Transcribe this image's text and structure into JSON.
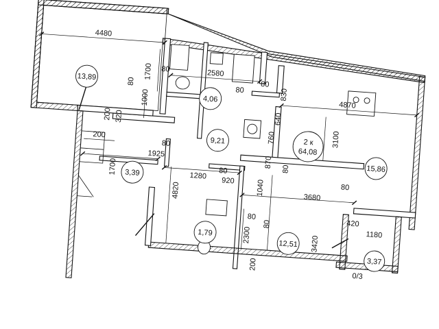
{
  "apartment": {
    "type_label": "2 к",
    "total_area": "64,08"
  },
  "rooms": {
    "r1": "13,89",
    "r2": "4,06",
    "r3": "9,21",
    "r4": "15,86",
    "r5": "3,39",
    "r6": "1,79",
    "r7": "12,51",
    "r8": "3,37",
    "r8_note": "0/3"
  },
  "dims": {
    "d4480": "4480",
    "d2580": "2580",
    "d4870": "4870",
    "d1700a": "1700",
    "d80a": "80",
    "d80b": "80",
    "d80c": "80",
    "d830": "830",
    "d1000": "1000",
    "d640": "640",
    "d200a": "200",
    "d320": "320",
    "d760": "760",
    "d3100": "3100",
    "d200b": "200",
    "d1925": "1925",
    "d80d": "80",
    "d870": "870",
    "d80e": "80",
    "d1700b": "1700",
    "d1280": "1280",
    "d80f": "80",
    "d920": "920",
    "d1040": "1040",
    "d80g": "80",
    "d4820": "4820",
    "d3680": "3680",
    "d80h": "80",
    "d80i": "80",
    "d420": "420",
    "d1180": "1180",
    "d2300": "2300",
    "d3420": "3420",
    "d200c": "200",
    "d80j": "80"
  }
}
